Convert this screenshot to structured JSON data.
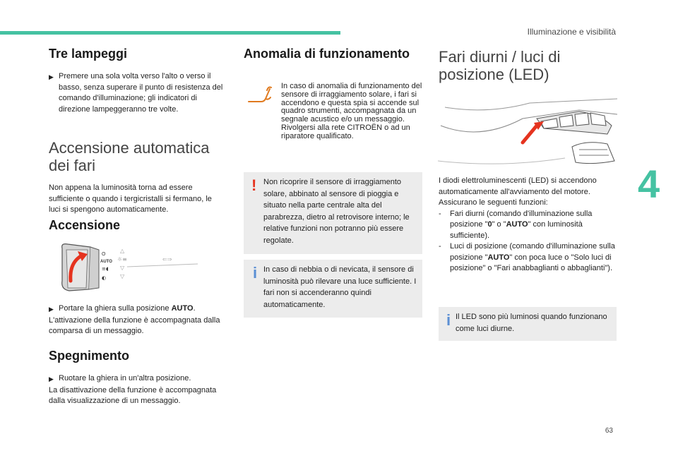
{
  "header": {
    "title": "Illuminazione e visibilità",
    "chapter": "4",
    "page": "63"
  },
  "tre_lampeggi": {
    "title": "Tre lampeggi",
    "bullet": "Premere una sola volta verso l'alto o verso il basso, senza superare il punto di resistenza del comando d'illuminazione; gli indicatori di direzione lampeggeranno tre volte."
  },
  "accensione_automatica": {
    "title_line1": "Accensione automatica",
    "title_line2": "dei fari",
    "text": "Non appena la luminosità torna ad essere sufficiente o quando i tergicristalli si fermano, le luci si spengono automaticamente."
  },
  "accensione": {
    "title": "Accensione",
    "bullet_pre": "Portare la ghiera sulla posizione ",
    "bullet_bold": "AUTO",
    "bullet_post": ".",
    "text": "L'attivazione della funzione è accompagnata dalla comparsa di un messaggio.",
    "image_labels": {
      "o": "O",
      "auto": "AUTO"
    }
  },
  "spegnimento": {
    "title": "Spegnimento",
    "bullet": "Ruotare la ghiera in un'altra posizione.",
    "text": "La disattivazione della funzione è accompagnata dalla visualizzazione di un messaggio."
  },
  "anomalia": {
    "title": "Anomalia di funzionamento",
    "warning_text": "In caso di anomalia di funzionamento del sensore di irraggiamento solare, i fari si accendono e questa spia si accende sul quadro strumenti, accompagnata da un segnale acustico e/o un messaggio.\nRivolgersi alla rete CITROËN o ad un riparatore qualificato.",
    "caution_text": "Non ricoprire il sensore di irraggiamento solare, abbinato al sensore di pioggia e situato nella parte centrale alta del parabrezza, dietro al retrovisore interno; le relative funzioni non potranno più essere regolate.",
    "info_text": "In caso di nebbia o di nevicata, il sensore di luminosità può rilevare una luce sufficiente. I fari non si accenderanno quindi automaticamente."
  },
  "fari_diurni": {
    "title_line1": "Fari diurni / luci di",
    "title_line2": "posizione (LED)",
    "intro": "I diodi elettroluminescenti (LED) si accendono automaticamente all'avviamento del motore.",
    "intro2": "Assicurano le seguenti funzioni:",
    "item1_pre": "Fari diurni (comando d'illuminazione sulla posizione \"",
    "item1_b1": "0",
    "item1_mid": "\" o \"",
    "item1_b2": "AUTO",
    "item1_post": "\" con luminosità sufficiente).",
    "item2_pre": "Luci di posizione (comando d'illuminazione sulla posizione \"",
    "item2_b": "AUTO",
    "item2_post": "\" con poca luce o \"Solo luci di posizione\" o \"Fari anabbaglianti o abbaglianti\").",
    "info_text": "Il LED sono più luminosi quando funzionano come luci diurne."
  },
  "colors": {
    "accent": "#45c2a2",
    "warning": "#e5331f",
    "info": "#5b8fd4",
    "box": "#ececec"
  }
}
